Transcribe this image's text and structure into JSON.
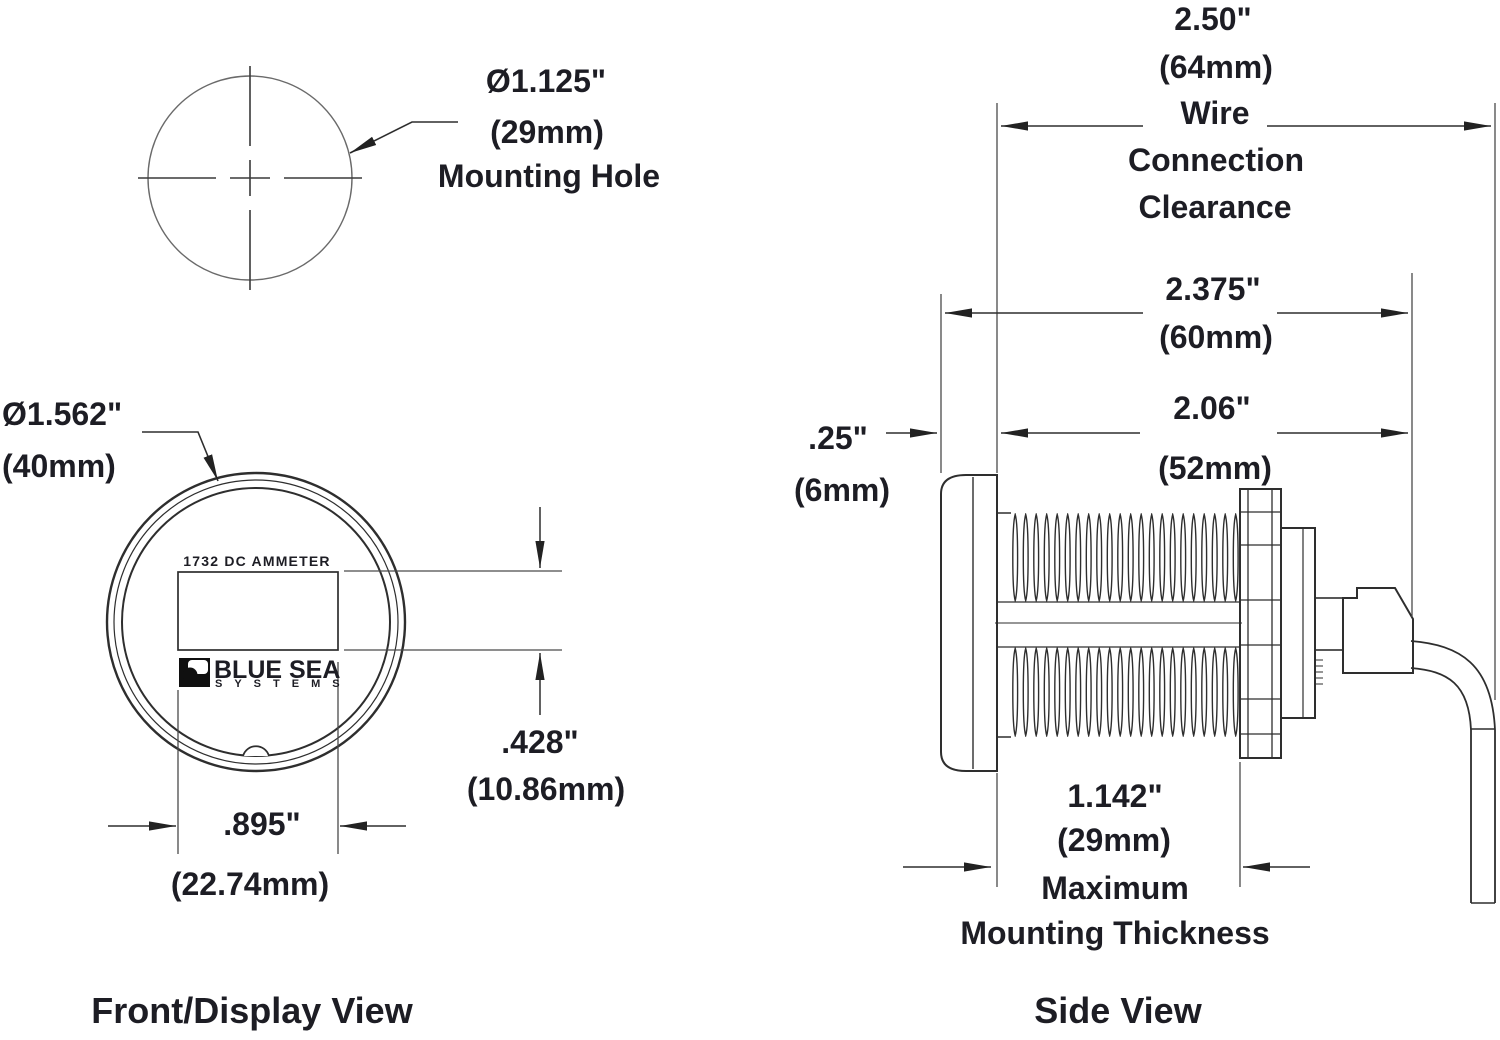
{
  "colors": {
    "ink": "#1d1d24",
    "line": "#2e2e2e",
    "background": "#ffffff"
  },
  "mounting_hole": {
    "diameter_in": "Ø1.125\"",
    "diameter_mm": "(29mm)",
    "label": "Mounting Hole"
  },
  "front_view": {
    "title": "Front/Display View",
    "bezel_diameter_in": "Ø1.562\"",
    "bezel_diameter_mm": "(40mm)",
    "device_label": "1732 DC AMMETER",
    "brand_name": "BLUE SEA",
    "brand_sub": "SYSTEMS",
    "display_height_in": ".428\"",
    "display_height_mm": "(10.86mm)",
    "display_width_in": ".895\"",
    "display_width_mm": "(22.74mm)"
  },
  "side_view": {
    "title": "Side View",
    "wire_clearance_in": "2.50\"",
    "wire_clearance_mm": "(64mm)",
    "wire_clearance_label": [
      "Wire",
      "Connection",
      "Clearance"
    ],
    "overall_depth_in": "2.375\"",
    "overall_depth_mm": "(60mm)",
    "behind_panel_depth_in": "2.06\"",
    "behind_panel_depth_mm": "(52mm)",
    "bezel_thickness_in": ".25\"",
    "bezel_thickness_mm": "(6mm)",
    "max_mounting_in": "1.142\"",
    "max_mounting_mm": "(29mm)",
    "max_mounting_label": [
      "Maximum",
      "Mounting Thickness"
    ]
  }
}
